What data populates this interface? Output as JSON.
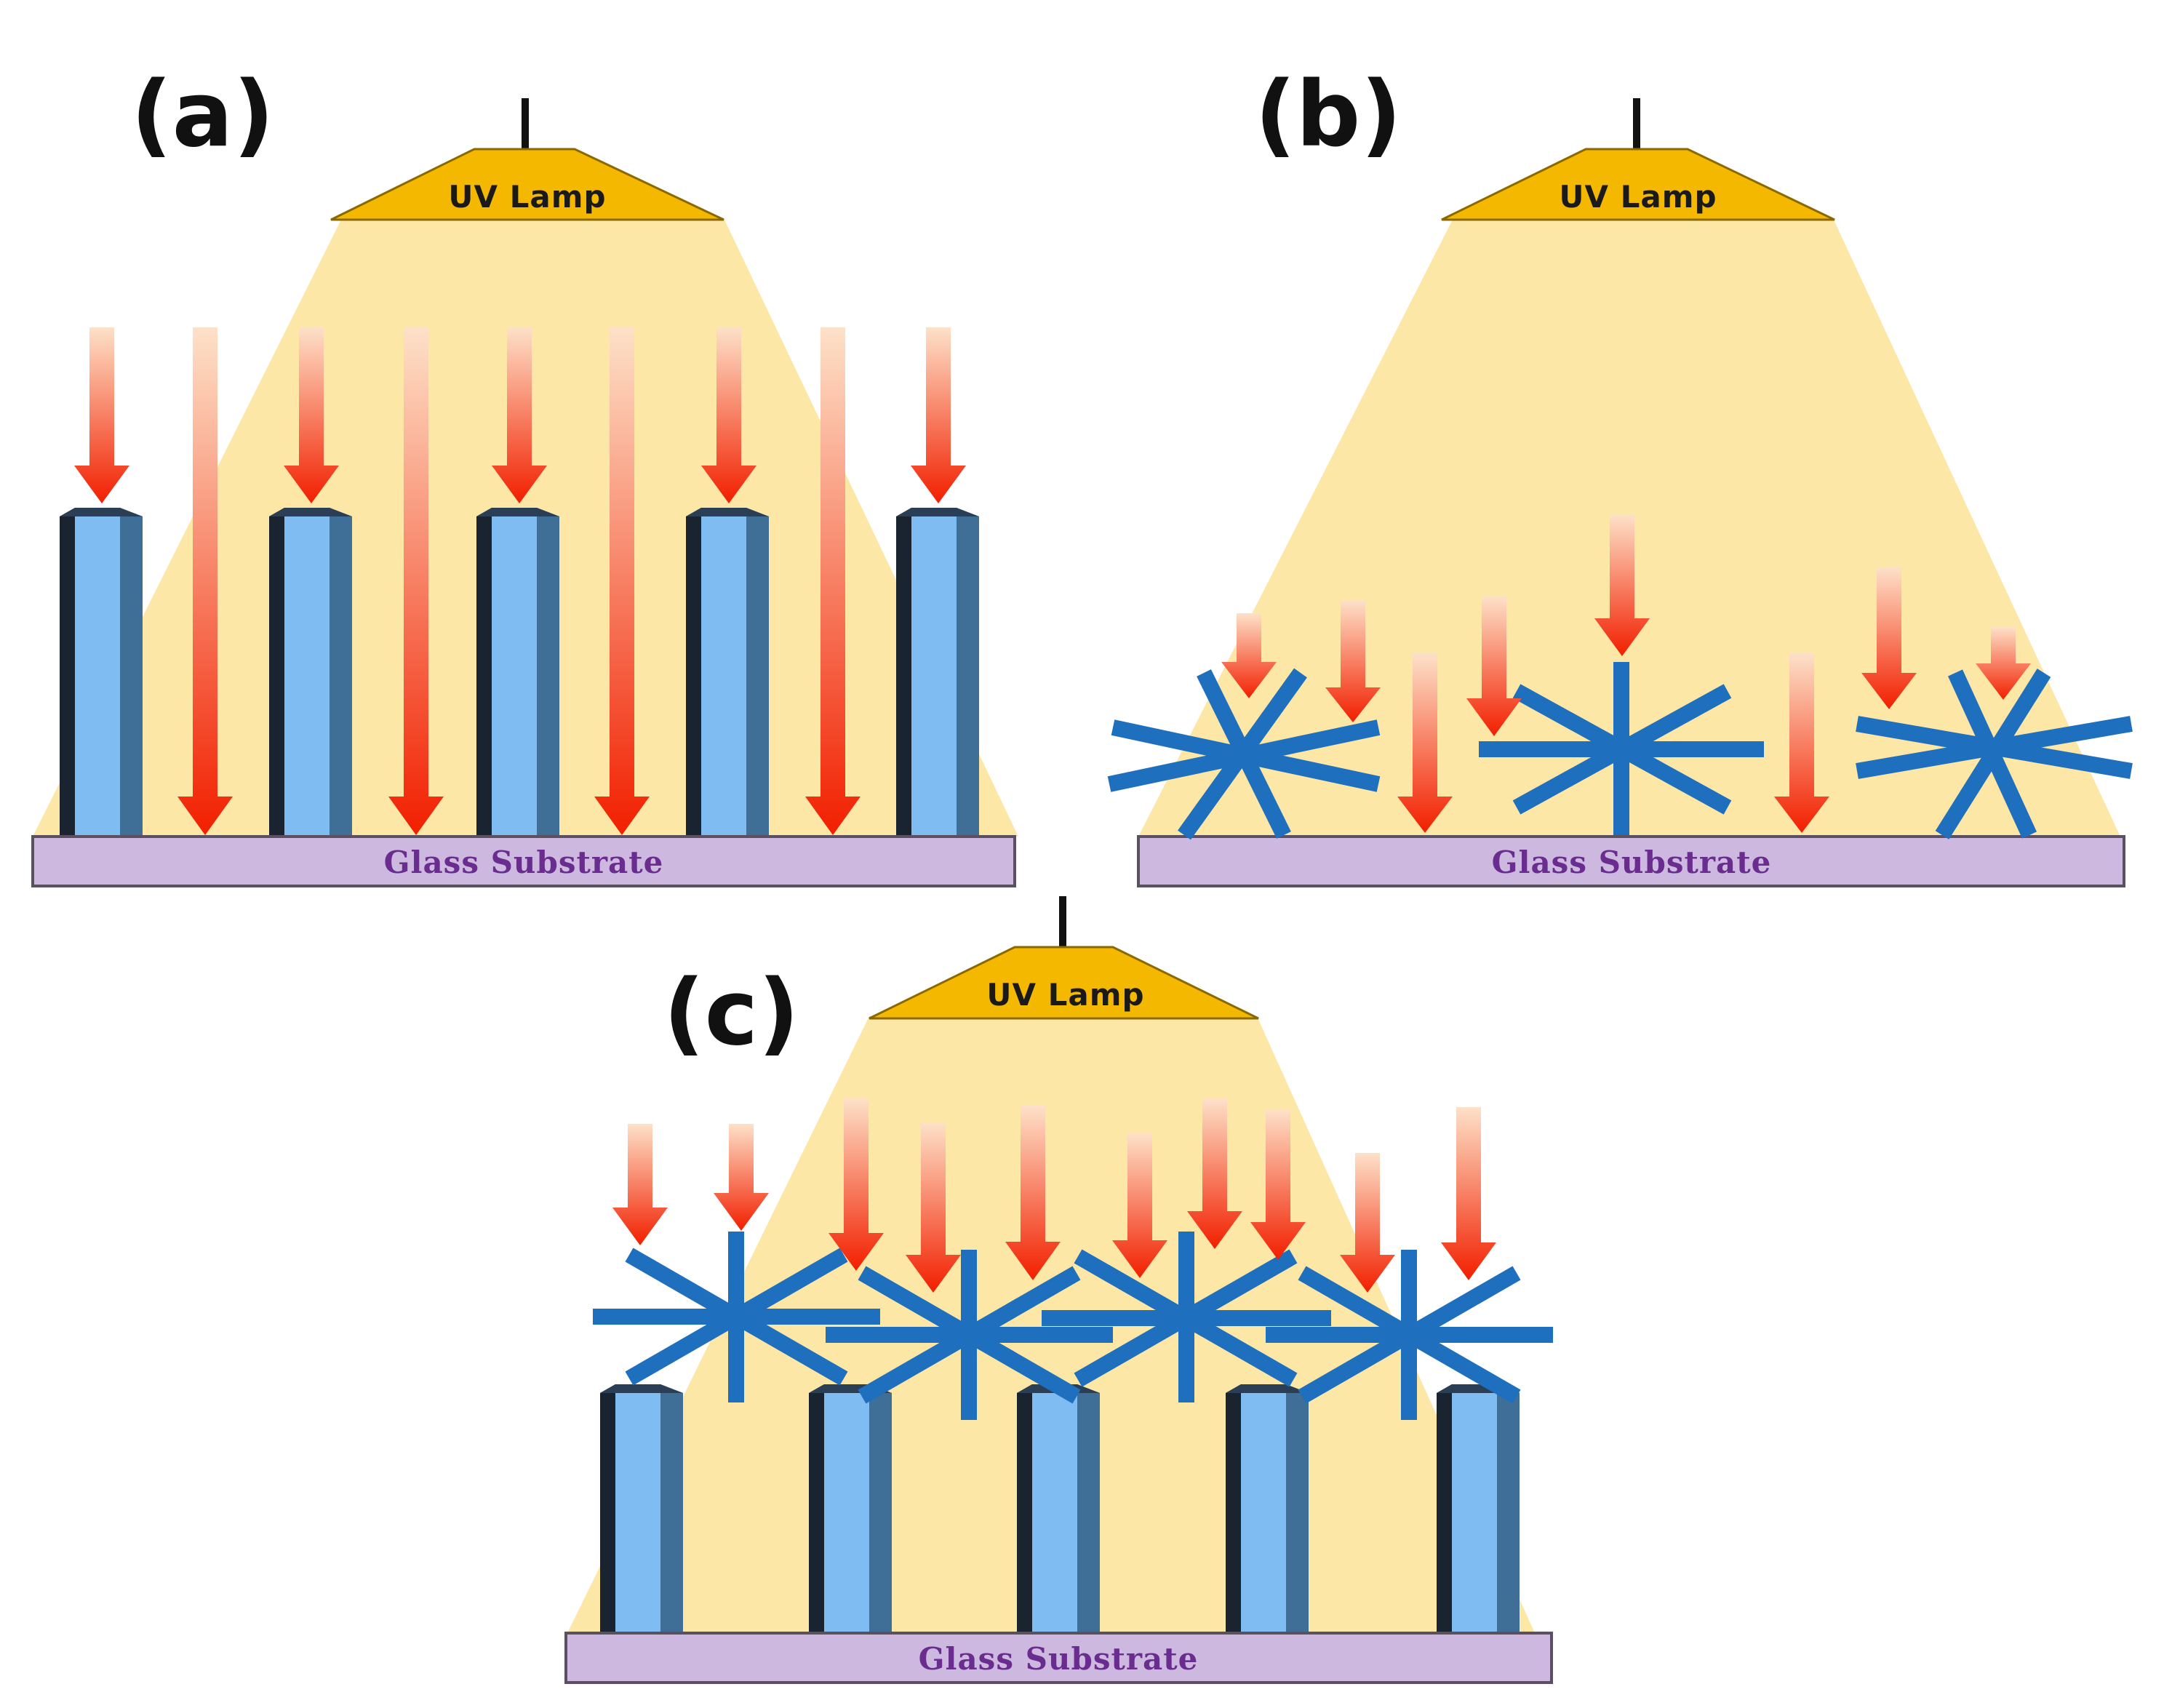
{
  "panels": [
    {
      "id": "a",
      "label": "(a)",
      "lamp_label": "UV Lamp",
      "substrate_label": "Glass Substrate",
      "structures": "nanorods"
    },
    {
      "id": "b",
      "label": "(b)",
      "lamp_label": "UV Lamp",
      "substrate_label": "Glass Substrate",
      "structures": "nanostars"
    },
    {
      "id": "c",
      "label": "(c)",
      "lamp_label": "UV Lamp",
      "substrate_label": "Glass Substrate",
      "structures": "nanorods-with-nanostars"
    }
  ],
  "colors": {
    "lamp": "#f5b800",
    "light_cone": "#fde7a6",
    "rod_face": "#7ebcf2",
    "rod_dark_side": "#1a2330",
    "rod_light_side": "#3f6f96",
    "star": "#1f6fbf",
    "arrow_top": "#fde1c8",
    "arrow_bottom": "#f21f00",
    "substrate": "#cdb8e0",
    "substrate_text": "#6a2d8f"
  }
}
